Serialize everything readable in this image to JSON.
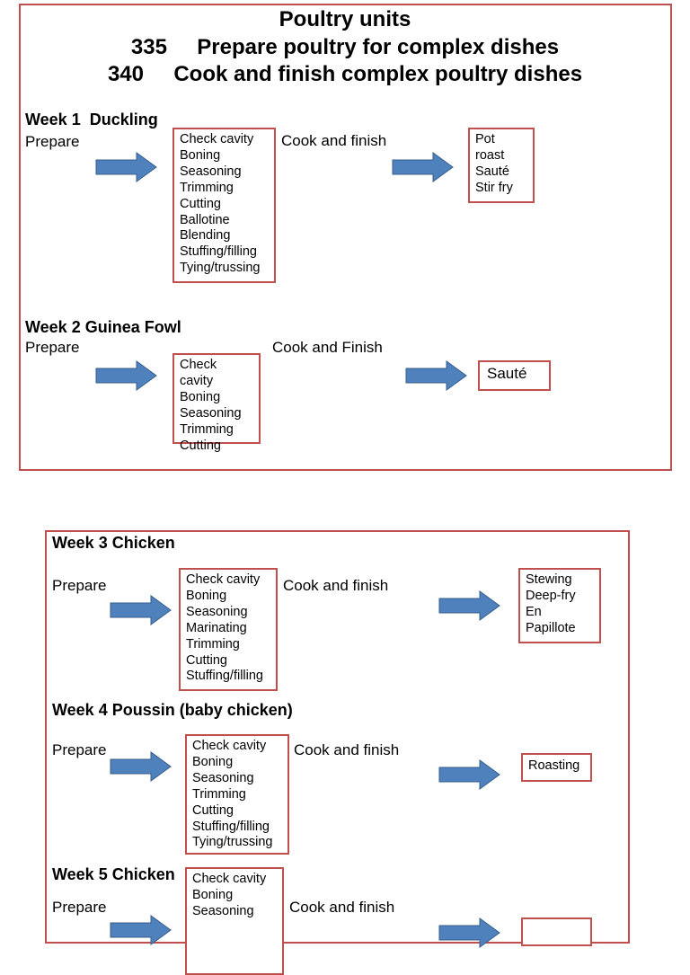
{
  "title": {
    "line1": "Poultry units",
    "line2": "335     Prepare poultry for complex dishes",
    "line3": "340     Cook and finish complex poultry dishes"
  },
  "colors": {
    "frame": "#c0504d",
    "arrow": "#4f81bd"
  },
  "weeks": [
    {
      "heading": "Week 1  Duckling",
      "prepare": "Prepare",
      "cook": "Cook and finish",
      "prepare_steps": [
        "Check cavity",
        "Boning",
        "Seasoning",
        "Trimming",
        "Cutting",
        "Ballotine",
        "Blending",
        "Stuffing/filling",
        "Tying/trussing"
      ],
      "methods": [
        "Pot",
        "roast",
        "Sauté",
        "Stir fry"
      ]
    },
    {
      "heading": "Week 2 Guinea Fowl",
      "prepare": "Prepare",
      "cook": "Cook and Finish",
      "prepare_steps": [
        "Check",
        "cavity",
        "Boning",
        "Seasoning",
        "Trimming",
        "Cutting"
      ],
      "methods": [
        "Sauté"
      ]
    },
    {
      "heading": "Week 3 Chicken",
      "prepare": "Prepare",
      "cook": "Cook and finish",
      "prepare_steps": [
        "Check cavity",
        "Boning",
        "Seasoning",
        "Marinating",
        "Trimming",
        "Cutting",
        "Stuffing/filling"
      ],
      "methods": [
        "Stewing",
        "Deep-fry",
        "En",
        "Papillote"
      ]
    },
    {
      "heading": "Week 4 Poussin (baby chicken)",
      "prepare": "Prepare",
      "cook": "Cook and finish",
      "prepare_steps": [
        "Check cavity",
        "Boning",
        "Seasoning",
        "Trimming",
        "Cutting",
        "Stuffing/filling",
        "Tying/trussing"
      ],
      "methods": [
        "Roasting"
      ]
    },
    {
      "heading": "Week 5 Chicken",
      "prepare": "Prepare",
      "cook": "Cook and finish",
      "prepare_steps": [
        "Check cavity",
        "Boning",
        "Seasoning"
      ],
      "methods": []
    }
  ]
}
